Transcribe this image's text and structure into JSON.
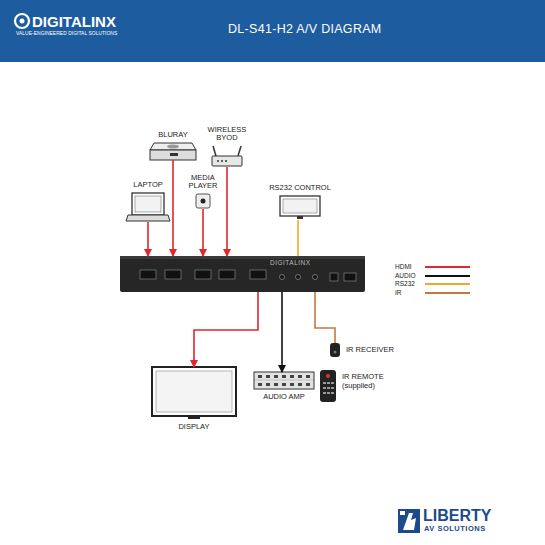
{
  "diagram": {
    "title": "DL-S41-H2 A/V DIAGRAM",
    "nodes": [
      {
        "text": [
          "BLURAY"
        ]
      },
      {
        "text": [
          "WIRELESS BYOD"
        ]
      },
      {
        "text": [
          "LAPTOP"
        ]
      },
      {
        "text": [
          "MEDIA PLAYER"
        ]
      },
      {
        "text": [
          "RS232 CONTROL"
        ]
      },
      {
        "text": [
          "DIGITALINX"
        ]
      },
      {
        "text": [
          "DISPLAY"
        ]
      },
      {
        "text": [
          "AUDIO AMP"
        ]
      },
      {
        "text": [
          "IR RECEIVER"
        ]
      },
      {
        "text": [
          "IR REMOTE (supplied)"
        ]
      }
    ],
    "edges": [
      {
        "from": 2,
        "to": 5,
        "arrow": "to"
      },
      {
        "from": 0,
        "to": 5,
        "arrow": "to"
      },
      {
        "from": 3,
        "to": 5,
        "arrow": "to"
      },
      {
        "from": 1,
        "to": 5,
        "arrow": "to"
      },
      {
        "from": 4,
        "to": 5,
        "arrow": "none"
      },
      {
        "from": 5,
        "to": 6,
        "arrow": "to"
      },
      {
        "from": 5,
        "to": 7,
        "arrow": "to"
      },
      {
        "from": 5,
        "to": 8,
        "arrow": "none"
      }
    ],
    "labels": [
      "DIGITALINX",
      "VALUE-ENGINEERED DIGITAL SOLUTIONS",
      "LIBERTY",
      "AV SOLUTIONS"
    ],
    "legend": [
      {
        "text": "HDMI",
        "color": "#e3262d"
      },
      {
        "text": "AUDIO",
        "color": "#111111"
      },
      {
        "text": "RS232",
        "color": "#f4a62a"
      },
      {
        "text": "IR",
        "color": "#c27a3c"
      }
    ]
  }
}
